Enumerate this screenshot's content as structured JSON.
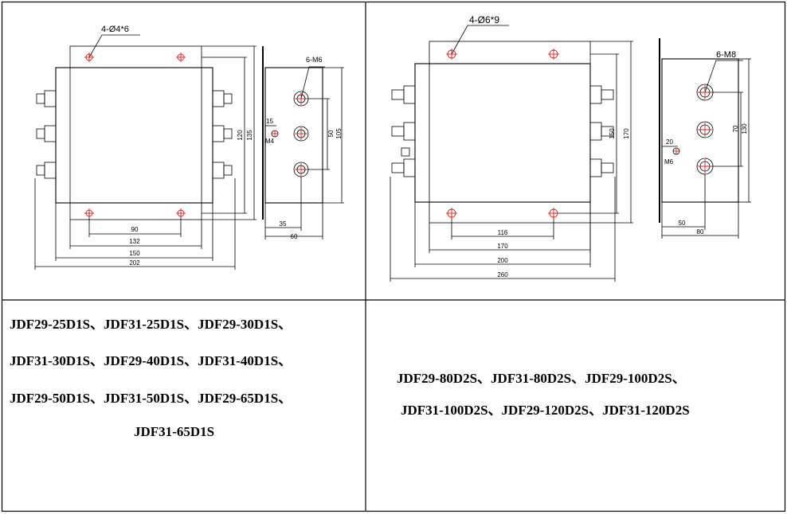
{
  "left_drawing": {
    "hole_note": "4-Ø4*6",
    "thread_note": "6-M6",
    "ground_note": "M4",
    "dims": {
      "w_inner": "90",
      "w_132": "132",
      "w_150": "150",
      "w_total": "202",
      "h_120": "120",
      "h_135": "135",
      "side_15": "15",
      "side_50": "50",
      "side_105": "105",
      "side_35": "35",
      "side_60": "60"
    }
  },
  "right_drawing": {
    "hole_note": "4-Ø6*9",
    "thread_note": "6-M8",
    "ground_note": "M6",
    "dims": {
      "w_inner": "116",
      "w_170": "170",
      "w_200": "200",
      "w_total": "260",
      "h_150": "150",
      "h_170": "170",
      "side_20": "20",
      "side_70": "70",
      "side_130": "130",
      "side_50": "50",
      "side_80": "80"
    }
  },
  "left_models": {
    "line1": "JDF29-25D1S、JDF31-25D1S、JDF29-30D1S、",
    "line2": "JDF31-30D1S、JDF29-40D1S、JDF31-40D1S、",
    "line3": "JDF29-50D1S、JDF31-50D1S、JDF29-65D1S、",
    "line4": "JDF31-65D1S"
  },
  "right_models": {
    "line1": "JDF29-80D2S、JDF31-80D2S、JDF29-100D2S、",
    "line2": "JDF31-100D2S、JDF29-120D2S、JDF31-120D2S"
  },
  "colors": {
    "line": "#000000",
    "mount_hole": "#e02020"
  }
}
